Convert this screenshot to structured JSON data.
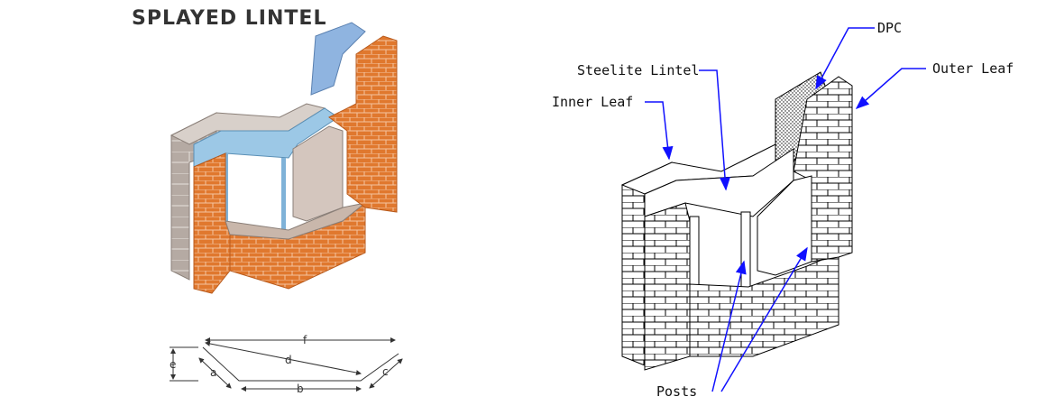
{
  "title": "SPLAYED LINTEL",
  "dimensions": {
    "a": "a",
    "b": "b",
    "c": "c",
    "d": "d",
    "e": "e",
    "f": "f"
  },
  "labels": {
    "dpc": "DPC",
    "steelite_lintel": "Steelite Lintel",
    "outer_leaf": "Outer Leaf",
    "inner_leaf": "Inner Leaf",
    "posts": "Posts"
  },
  "colors": {
    "brick": "#e0782e",
    "block": "#b8aca4",
    "lintel": "#9cc8e6",
    "leader": "#1010ff"
  }
}
